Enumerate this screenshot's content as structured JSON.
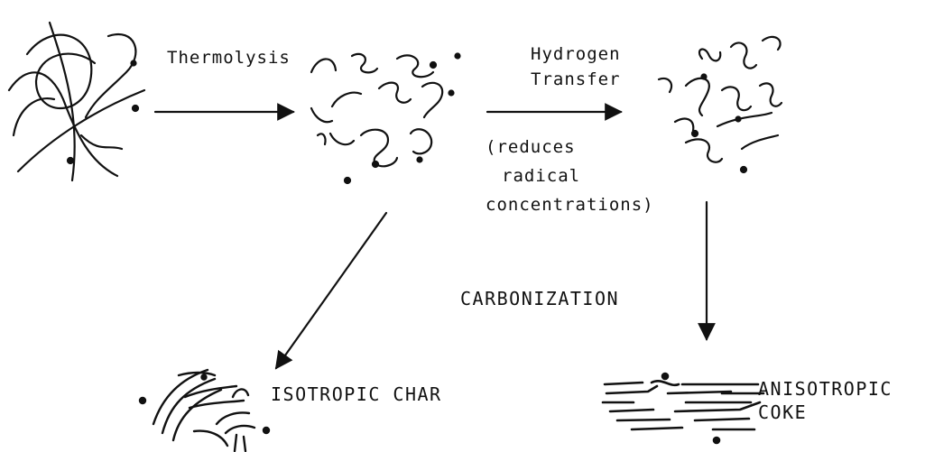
{
  "labels": {
    "thermolysis": "Thermolysis",
    "hydrogen": "Hydrogen",
    "transfer": "Transfer",
    "note_line1": "(reduces",
    "note_line2": "radical",
    "note_line3": "concentrations)",
    "carbonization": "CARBONIZATION",
    "isotropic_char": "ISOTROPIC CHAR",
    "anisotropic": "ANISOTROPIC",
    "coke": "COKE"
  },
  "colors": {
    "ink": "#111111",
    "background": "#ffffff"
  }
}
